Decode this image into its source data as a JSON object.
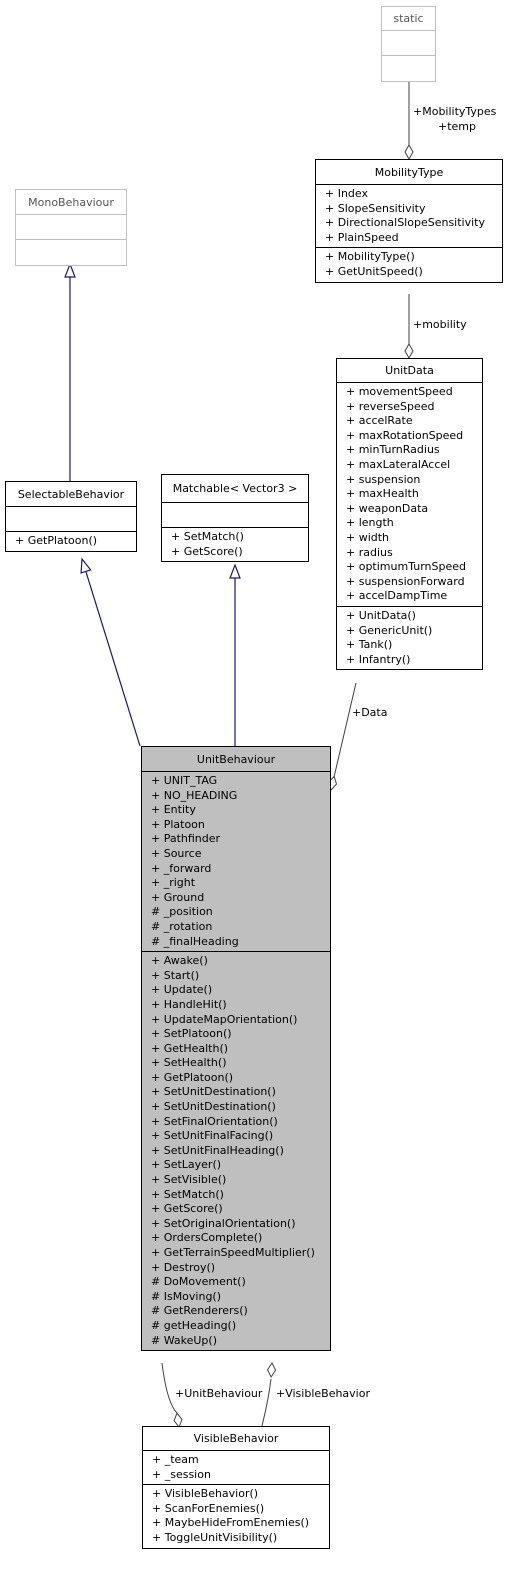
{
  "classes": [
    {
      "key": "static",
      "name": "static",
      "attributes": [],
      "methods": [],
      "external": true,
      "current": false
    },
    {
      "key": "monobehaviour",
      "name": "MonoBehaviour",
      "attributes": [],
      "methods": [],
      "external": true,
      "current": false
    },
    {
      "key": "mobilitytype",
      "name": "MobilityType",
      "attributes": [
        "+ Index",
        "+ SlopeSensitivity",
        "+ DirectionalSlopeSensitivity",
        "+ PlainSpeed"
      ],
      "methods": [
        "+ MobilityType()",
        "+ GetUnitSpeed()"
      ],
      "external": false,
      "current": false
    },
    {
      "key": "selectablebehavior",
      "name": "SelectableBehavior",
      "attributes": [],
      "methods": [
        "+ GetPlatoon()"
      ],
      "external": false,
      "current": false
    },
    {
      "key": "matchable",
      "name": "Matchable< Vector3 >",
      "attributes": [],
      "methods": [
        "+ SetMatch()",
        "+ GetScore()"
      ],
      "external": false,
      "current": false
    },
    {
      "key": "unitdata",
      "name": "UnitData",
      "attributes": [
        "+ movementSpeed",
        "+ reverseSpeed",
        "+ accelRate",
        "+ maxRotationSpeed",
        "+ minTurnRadius",
        "+ maxLateralAccel",
        "+ suspension",
        "+ maxHealth",
        "+ weaponData",
        "+ length",
        "+ width",
        "+ radius",
        "+ optimumTurnSpeed",
        "+ suspensionForward",
        "+ accelDampTime"
      ],
      "methods": [
        "+ UnitData()",
        "+ GenericUnit()",
        "+ Tank()",
        "+ Infantry()"
      ],
      "external": false,
      "current": false
    },
    {
      "key": "unitbehaviour",
      "name": "UnitBehaviour",
      "attributes": [
        "+ UNIT_TAG",
        "+ NO_HEADING",
        "+ Entity",
        "+ Platoon",
        "+ Pathfinder",
        "+ Source",
        "+ _forward",
        "+ _right",
        "+ Ground",
        "# _position",
        "# _rotation",
        "# _finalHeading"
      ],
      "methods": [
        "+ Awake()",
        "+ Start()",
        "+ Update()",
        "+ HandleHit()",
        "+ UpdateMapOrientation()",
        "+ SetPlatoon()",
        "+ GetHealth()",
        "+ SetHealth()",
        "+ GetPlatoon()",
        "+ SetUnitDestination()",
        "+ SetUnitDestination()",
        "+ SetFinalOrientation()",
        "+ SetUnitFinalFacing()",
        "+ SetUnitFinalHeading()",
        "+ SetLayer()",
        "+ SetVisible()",
        "+ SetMatch()",
        "+ GetScore()",
        "+ SetOriginalOrientation()",
        "+ OrdersComplete()",
        "+ GetTerrainSpeedMultiplier()",
        "+ Destroy()",
        "# DoMovement()",
        "# IsMoving()",
        "# GetRenderers()",
        "# getHeading()",
        "# WakeUp()"
      ],
      "external": false,
      "current": true
    },
    {
      "key": "visiblebehavior",
      "name": "VisibleBehavior",
      "attributes": [
        "+ _team",
        "+ _session"
      ],
      "methods": [
        "+ VisibleBehavior()",
        "+ ScanForEnemies()",
        "+ MaybeHideFromEnemies()",
        "+ ToggleUnitVisibility()"
      ],
      "external": false,
      "current": false
    }
  ],
  "labels": {
    "mobility_types": "+MobilityTypes",
    "temp": "+temp",
    "mobility": "+mobility",
    "data": "+Data",
    "unit_behaviour": "+UnitBehaviour",
    "visible_behavior": "+VisibleBehavior"
  },
  "colors": {
    "inheritance": "#191970",
    "association": "#404040",
    "external_border": "#bfbfbf",
    "current_fill": "#bfbfbf"
  }
}
